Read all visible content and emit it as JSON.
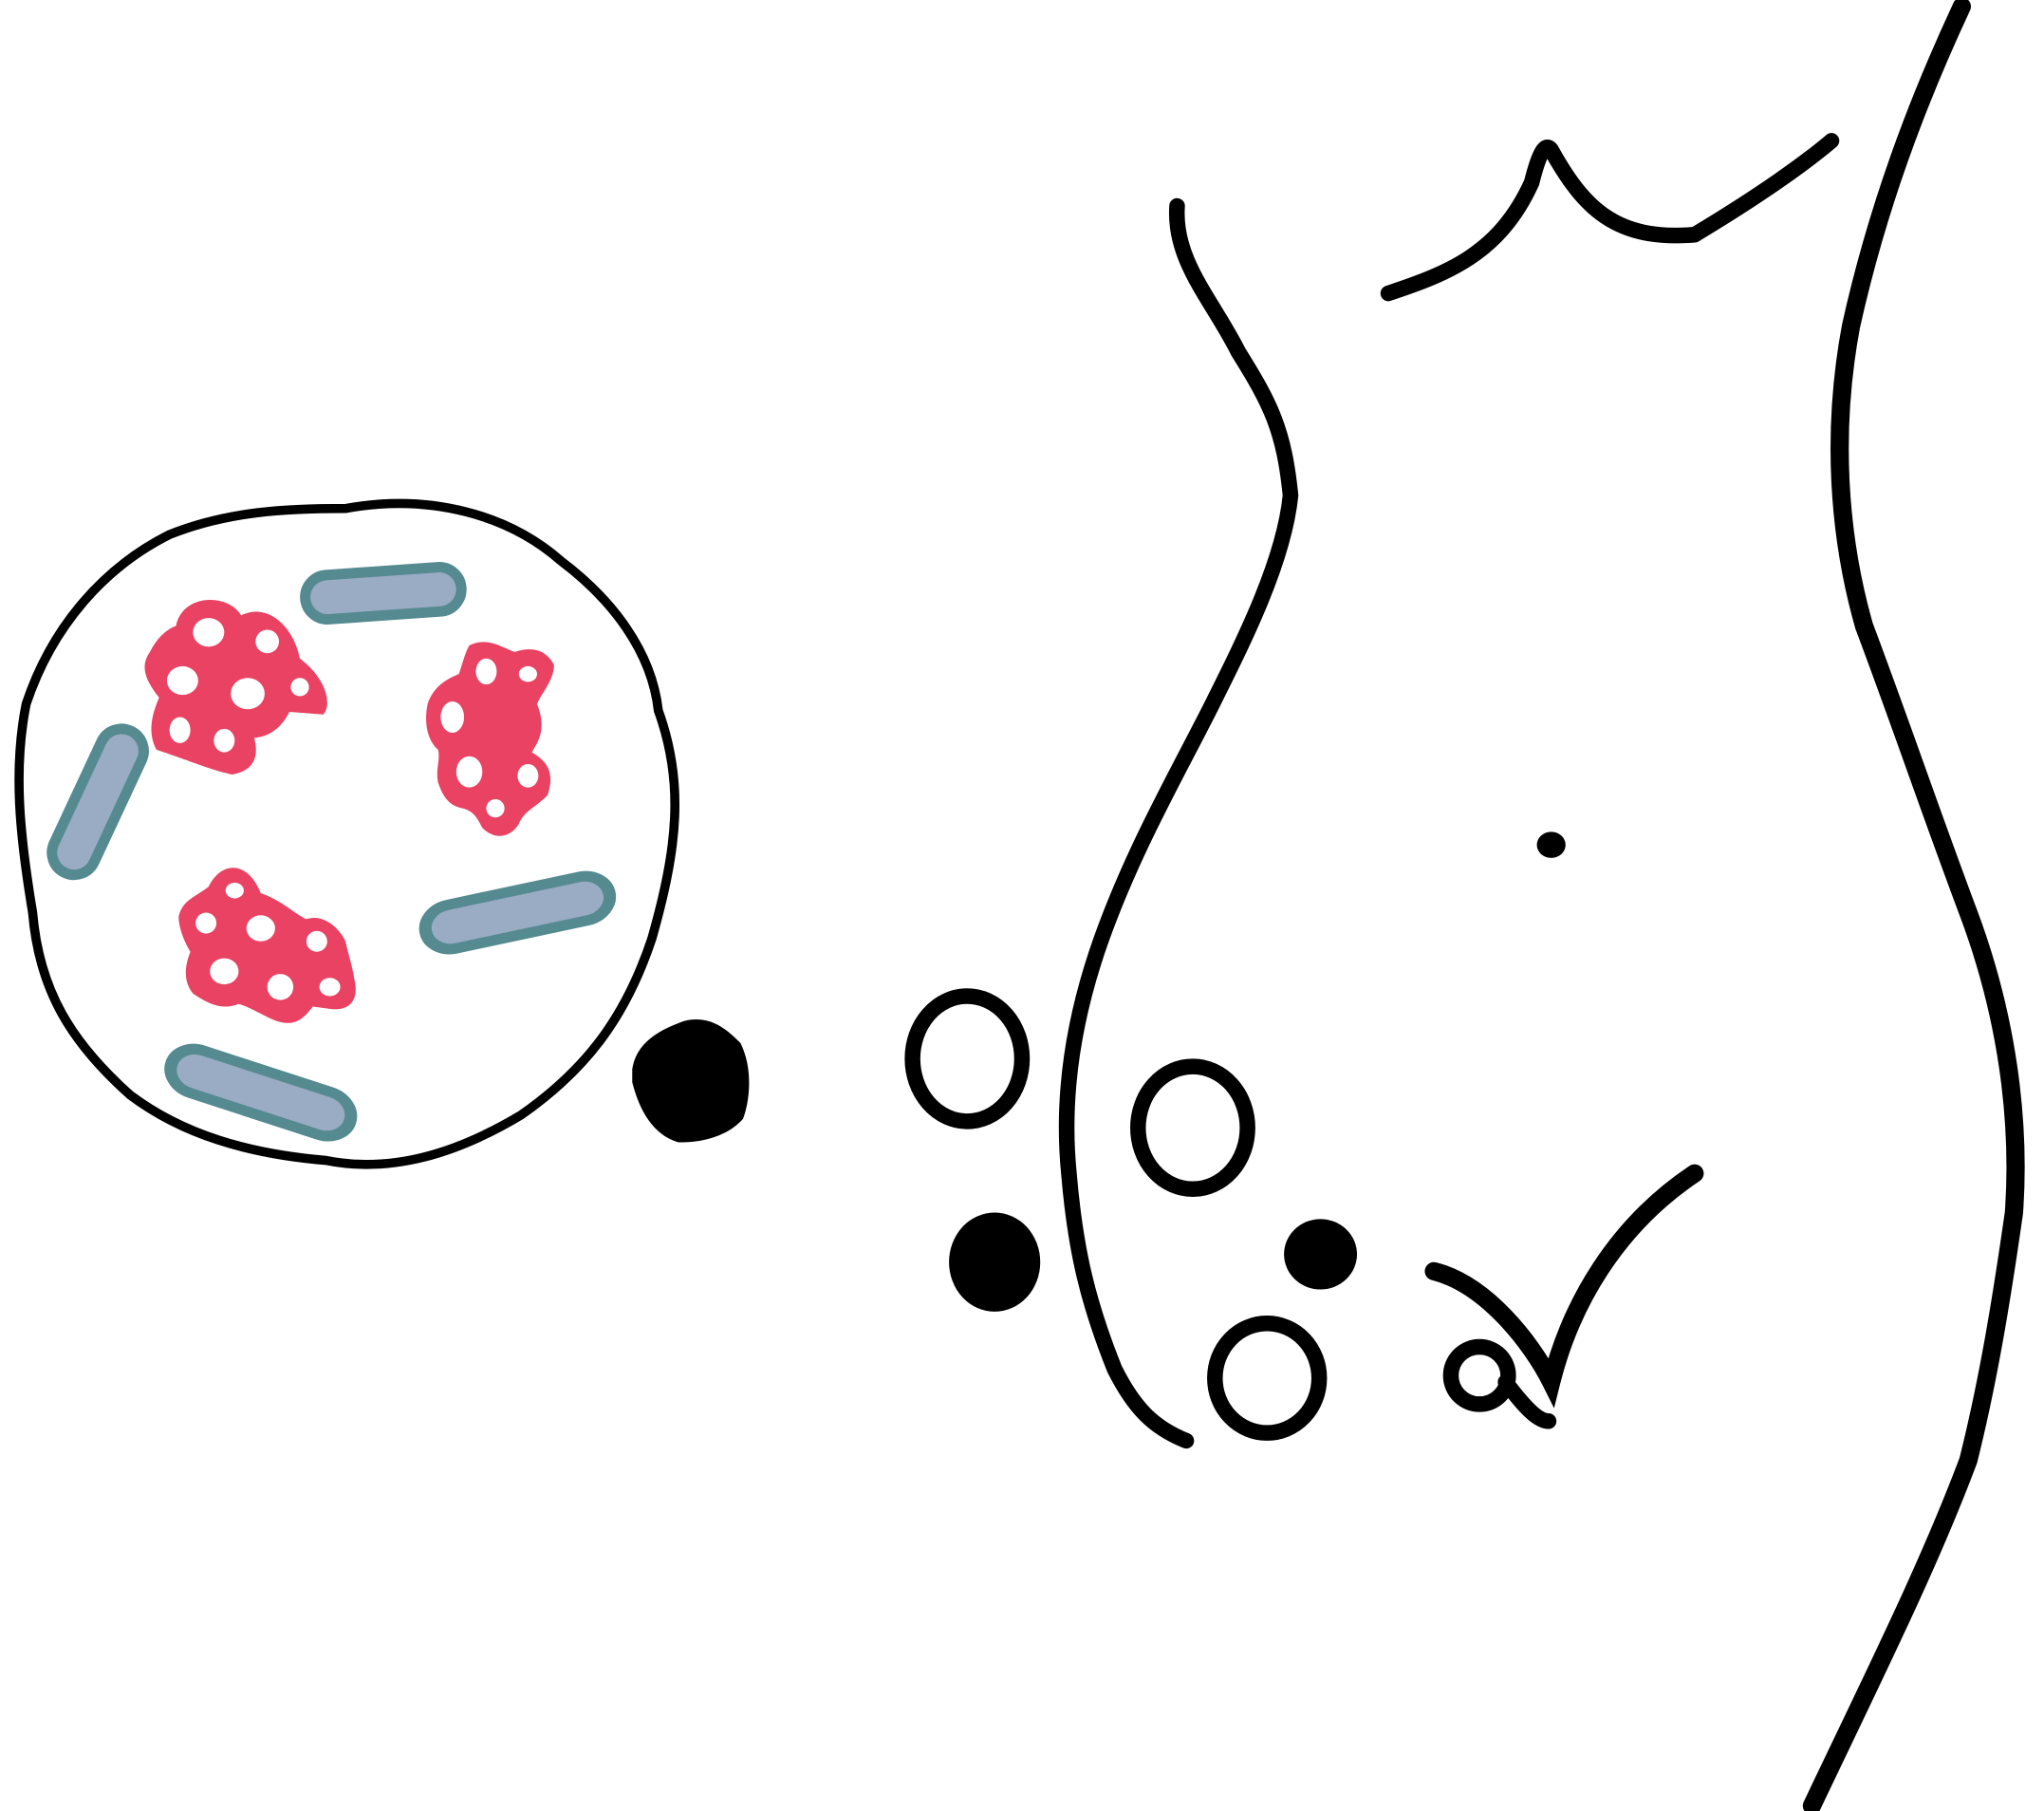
{
  "colors": {
    "outline": "#000000",
    "cocci_fill": "#e94262",
    "rod_fill": "#9aabc4",
    "rod_stroke": "#548a90",
    "background": "#ffffff"
  },
  "icons": {
    "magnified_view": "microscope-circle",
    "cocci": "bacteria-cluster",
    "rods": "bacilli",
    "body": "pregnant-belly-outline"
  }
}
